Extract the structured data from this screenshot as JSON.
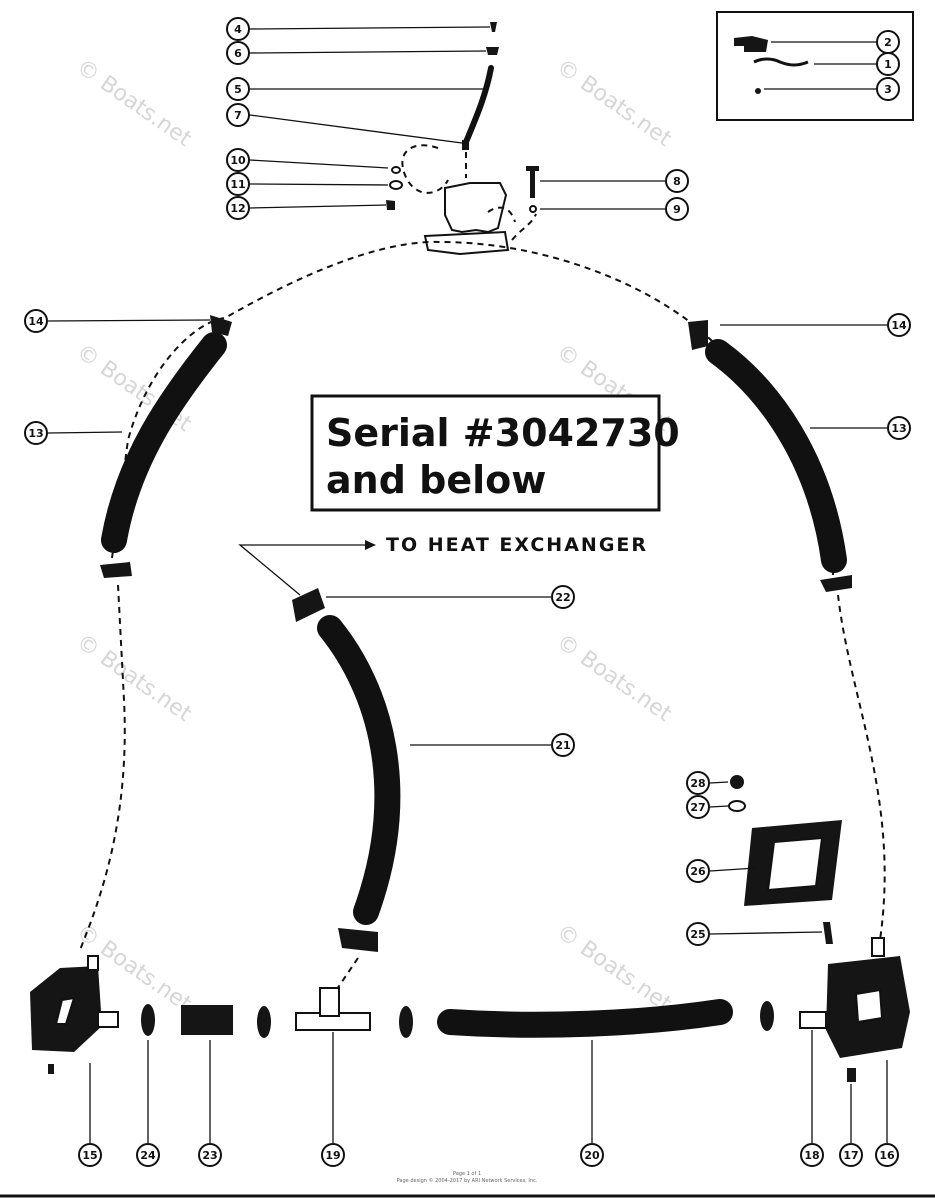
{
  "title_box": {
    "line1": "Serial #3042730",
    "line2": "and below"
  },
  "flow_label": "TO HEAT EXCHANGER",
  "watermark": "© Boats.net",
  "footer": {
    "line1": "Page 1 of 1",
    "line2": "Page design © 2004-2017 by ARI Network Services, Inc."
  },
  "callouts": [
    "1",
    "2",
    "3",
    "4",
    "5",
    "6",
    "7",
    "8",
    "9",
    "10",
    "11",
    "12",
    "13",
    "13",
    "14",
    "14",
    "15",
    "16",
    "17",
    "18",
    "19",
    "20",
    "21",
    "22",
    "23",
    "24",
    "25",
    "26",
    "27",
    "28"
  ],
  "colors": {
    "ink": "#111111",
    "paper": "#ffffff",
    "watermark": "#c9c9c9"
  }
}
